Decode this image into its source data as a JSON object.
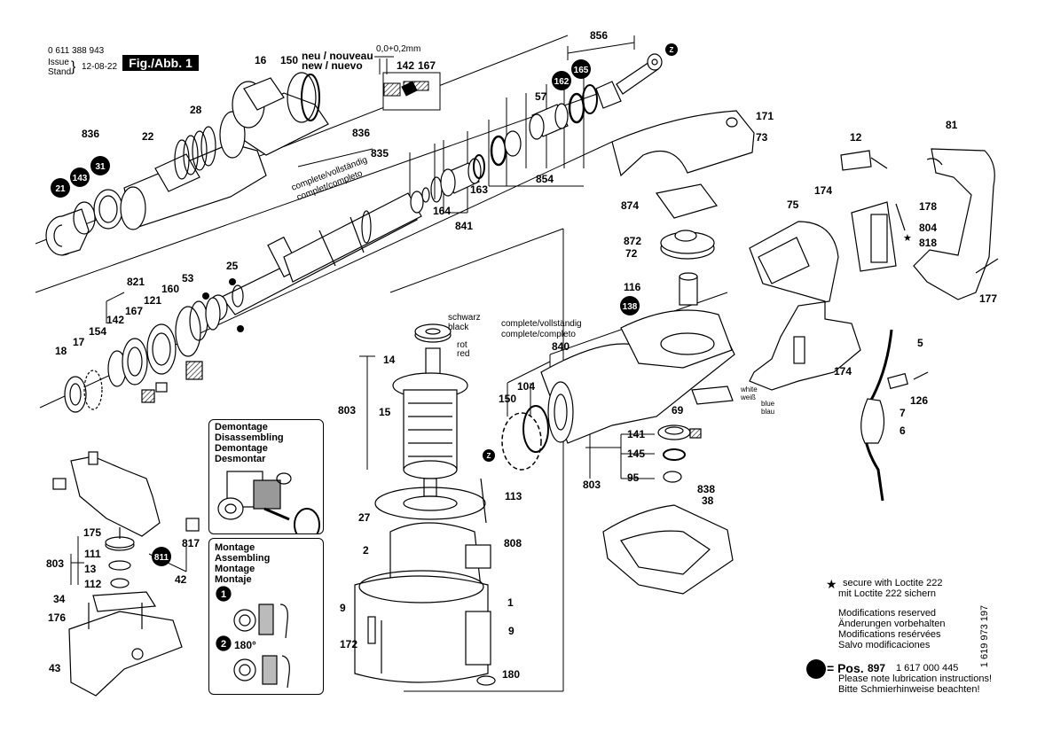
{
  "header": {
    "part_number": "0 611 388 943",
    "issue_label_en": "Issue",
    "issue_label_de": "Stand",
    "issue_date": "12-08-22",
    "figure_label": "Fig./Abb. 1"
  },
  "tolerance": {
    "value": "0,0+0,2mm",
    "neu_label": "neu / nouveau",
    "new_label": "new / nuevo"
  },
  "group_labels": {
    "complete_top_1": "complete/vollständig",
    "complete_top_2": "complet/completo",
    "complete_mid_1": "complete/vollständig",
    "complete_mid_2": "complete/completo"
  },
  "wire_colors": {
    "schwarz": "schwarz",
    "black": "black",
    "rot": "rot",
    "red": "red",
    "white": "white",
    "weiss": "weiß",
    "blue": "blue",
    "blau": "blau"
  },
  "markers": {
    "z": "Z",
    "black_parts": [
      "21",
      "143",
      "31",
      "162",
      "165",
      "138",
      "811"
    ]
  },
  "parts": {
    "p0": "16",
    "p1": "150",
    "p2": "142",
    "p3": "167",
    "p4": "856",
    "p5": "57",
    "p6": "836",
    "p7": "28",
    "p8": "22",
    "p9": "836",
    "p10": "835",
    "p11": "163",
    "p12": "854",
    "p13": "164",
    "p14": "841",
    "p15": "25",
    "p16": "821",
    "p17": "53",
    "p18": "167",
    "p19": "121",
    "p20": "160",
    "p21": "142",
    "p22": "154",
    "p23": "17",
    "p24": "18",
    "p25": "171",
    "p26": "73",
    "p27": "12",
    "p28": "81",
    "p29": "874",
    "p30": "174",
    "p31": "75",
    "p32": "178",
    "p33": "804",
    "p34": "818",
    "p35": "872",
    "p36": "72",
    "p37": "116",
    "p38": "177",
    "p39": "840",
    "p40": "5",
    "p41": "14",
    "p42": "803",
    "p43": "15",
    "p44": "150",
    "p45": "104",
    "p46": "174",
    "p47": "69",
    "p48": "126",
    "p49": "7",
    "p50": "6",
    "p51": "141",
    "p52": "145",
    "p53": "803",
    "p54": "95",
    "p55": "113",
    "p56": "838",
    "p57": "38",
    "p58": "27",
    "p59": "175",
    "p60": "817",
    "p61": "803",
    "p62": "111",
    "p63": "13",
    "p64": "112",
    "p65": "42",
    "p66": "808",
    "p67": "2",
    "p68": "34",
    "p69": "176",
    "p70": "1",
    "p71": "9",
    "p72": "9",
    "p73": "172",
    "p74": "43",
    "p75": "180"
  },
  "demontage_box": {
    "lines": [
      "Demontage",
      "Disassembling",
      "Demontage",
      "Desmontar"
    ]
  },
  "montage_box": {
    "lines": [
      "Montage",
      "Assembling",
      "Montage",
      "Montaje"
    ],
    "step1": "1",
    "step2": "2",
    "angle": "180°"
  },
  "notes": {
    "loctite_de_en": "secure with Loctite 222",
    "loctite_de": "mit Loctite 222 sichern",
    "mod_en": "Modifications reserved",
    "mod_de": "Änderungen vorbehalten",
    "mod_fr": "Modifications resérvées",
    "mod_es": "Salvo modificaciones",
    "pos_label": "= Pos.",
    "pos_num": "897",
    "pos_part": "1 617 000 445",
    "lube_en": "Please note lubrication instructions!",
    "lube_de": "Bitte Schmierhinweise beachten!"
  },
  "doc_number": "1 619 973 197"
}
